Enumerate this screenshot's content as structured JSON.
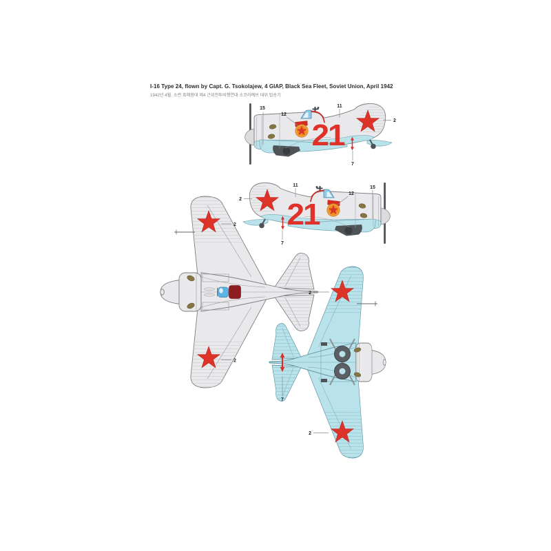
{
  "header": {
    "title": "I-16 Type 24, flown by Capt. G. Tsokolajew, 4 GIAP, Black Sea Fleet, Soviet Union, April 1942",
    "subtitle_kr": "1942년 4월, 소련 흑해함대 제4 근위전투비행연대 소코라예브 대위 탑승기"
  },
  "markings": {
    "tactical_number": "21",
    "star_icon": "red-star",
    "badge_icon": "guards-badge"
  },
  "colors": {
    "upper_surface": "#e9e9eb",
    "lower_surface": "#b9e2ea",
    "star_red": "#dd3329",
    "number_red": "#e0312a",
    "canopy_blue": "#5db3e4",
    "seat_red": "#8e1d20",
    "exhaust_olive": "#857544",
    "metal_dark": "#4e5357"
  },
  "views": [
    {
      "id": "side-profile-port",
      "callouts": [
        "15",
        "12",
        "11",
        "2",
        "7"
      ]
    },
    {
      "id": "side-profile-starboard",
      "callouts": [
        "2",
        "11",
        "12",
        "15",
        "7"
      ]
    },
    {
      "id": "top-view-upper-surfaces",
      "callouts": [
        "2",
        "2"
      ]
    },
    {
      "id": "bottom-view-lower-surfaces",
      "callouts": [
        "2",
        "2",
        "7"
      ]
    }
  ]
}
